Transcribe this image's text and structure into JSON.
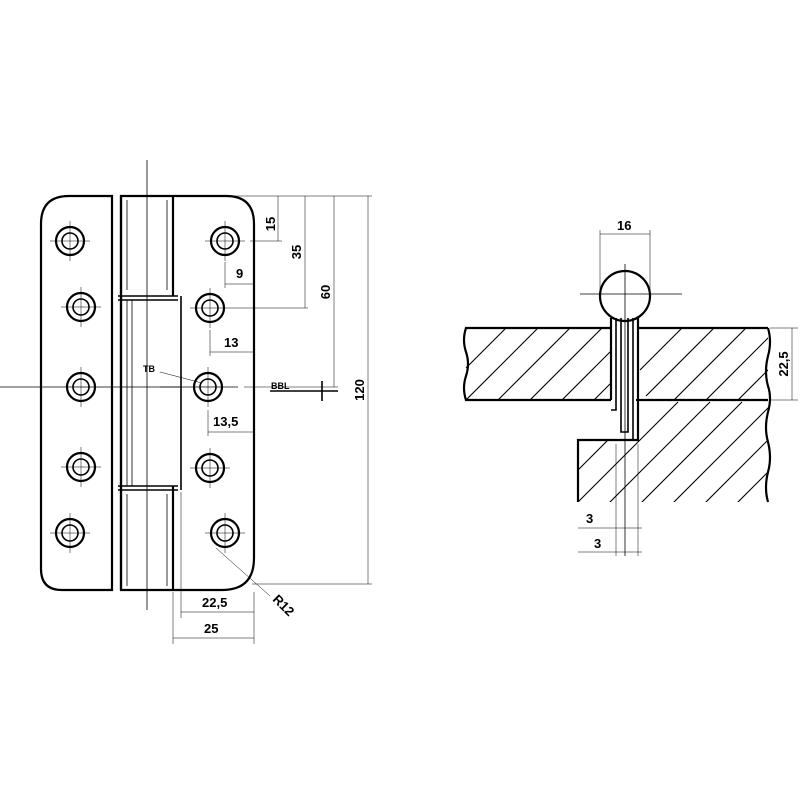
{
  "hinge_front_view": {
    "labels": {
      "tb": "TB",
      "bbl": "BBL"
    },
    "dimensions": {
      "d15": "15",
      "d35": "35",
      "d60": "60",
      "d120": "120",
      "d9": "9",
      "d13": "13",
      "d13_5": "13,5",
      "d22_5": "22,5",
      "d25": "25",
      "r12": "R12"
    }
  },
  "installation_section_view": {
    "dimensions": {
      "d16": "16",
      "d22_5": "22,5",
      "d3_upper": "3",
      "d3_lower": "3"
    }
  }
}
